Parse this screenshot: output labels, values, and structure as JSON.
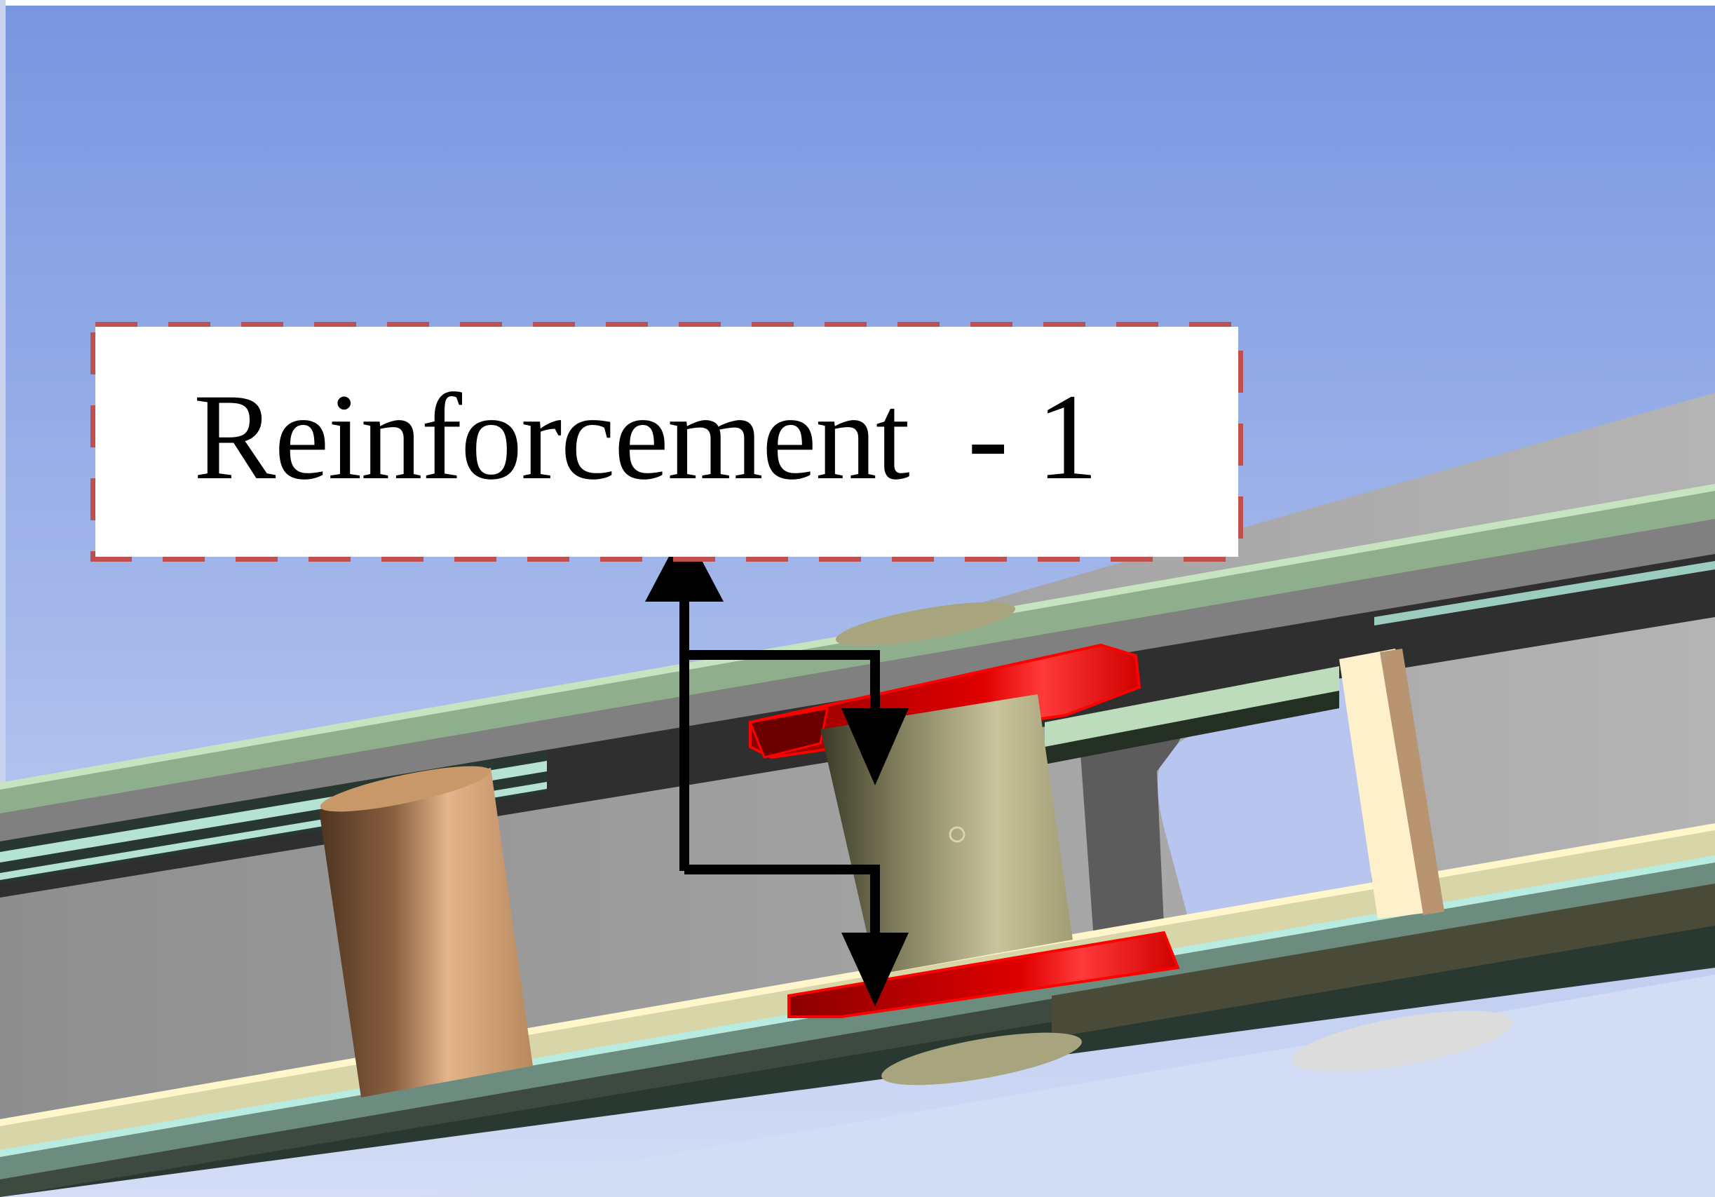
{
  "viewport": {
    "background_top": "#7896e0",
    "background_bottom": "#d2dcf5",
    "frame_color": "#c8d3f0"
  },
  "callout": {
    "label": "Reinforcement  - 1",
    "border_color": "#c0504d",
    "border_style": "dashed",
    "fill": "#ffffff",
    "text_color": "#000000"
  },
  "annotation_arrows": {
    "color": "#000000",
    "items": [
      {
        "name": "arrow-up-to-label",
        "direction": "up"
      },
      {
        "name": "arrow-to-upper-flange",
        "direction": "down"
      },
      {
        "name": "arrow-to-lower-flange",
        "direction": "down"
      }
    ]
  },
  "model": {
    "highlight_color": "#ff0000",
    "highlighted_parts": [
      "upper-reinforcement-ring",
      "lower-reinforcement-ring"
    ],
    "parts": [
      {
        "name": "upper-flange-beam",
        "color": "#8fae8c"
      },
      {
        "name": "web-plate",
        "color": "#a9a9a9"
      },
      {
        "name": "lower-flange-beam",
        "color": "#d8d6a8"
      },
      {
        "name": "copper-cylinder",
        "color": "#c08c60"
      },
      {
        "name": "olive-bushing",
        "color": "#a8a57e"
      },
      {
        "name": "rear-panel",
        "color": "#6e887c"
      },
      {
        "name": "wood-strip",
        "color": "#f5dcb0"
      }
    ]
  }
}
